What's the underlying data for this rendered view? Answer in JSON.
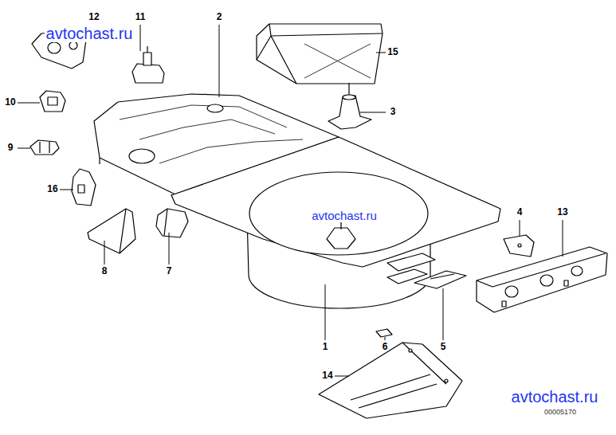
{
  "diagram": {
    "labels": [
      "12",
      "avtochast.ru",
      "11",
      "2",
      "15",
      "10",
      "3",
      "9",
      "16",
      "avtochast.ru",
      "4",
      "13",
      "8",
      "7",
      "1",
      "6",
      "5",
      "14",
      "avtochast.ru",
      "00005170"
    ]
  }
}
